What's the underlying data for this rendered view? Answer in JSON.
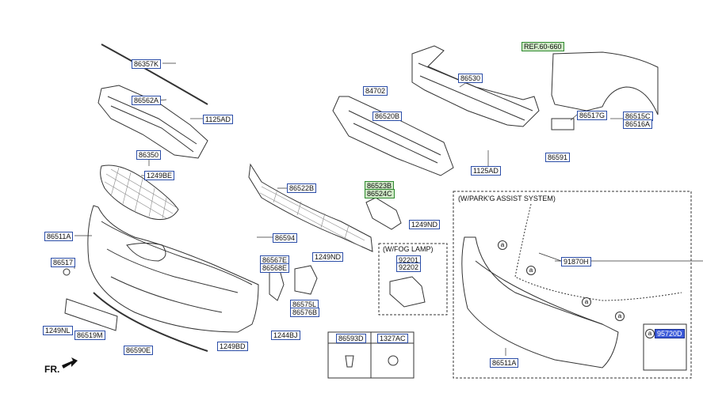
{
  "parts": {
    "p86357K": "86357K",
    "p86562A": "86562A",
    "p1125AD_a": "1125AD",
    "p86350": "86350",
    "p1249BE": "1249BE",
    "p86511A": "86511A",
    "p86517": "86517",
    "p1249NL": "1249NL",
    "p86519M": "86519M",
    "p86590E": "86590E",
    "p1249BD": "1249BD",
    "p86594": "86594",
    "p86522B": "86522B",
    "p86567E": "86567E",
    "p86568E": "86568E",
    "p1249ND_a": "1249ND",
    "p86575L": "86575L",
    "p86576B": "86576B",
    "p1244BJ": "1244BJ",
    "p84702": "84702",
    "p86520B": "86520B",
    "p86530": "86530",
    "p1125AD_b": "1125AD",
    "p86523B": "86523B",
    "p86524C": "86524C",
    "p1249ND_b": "1249ND",
    "pREF": "REF.60-660",
    "p86517G": "86517G",
    "p86515C": "86515C",
    "p86516A": "86516A",
    "p86591": "86591",
    "p92201": "92201",
    "p92202": "92202",
    "p91870H": "91870H",
    "p86511A_b": "86511A",
    "p95720D": "95720D",
    "p86593D": "86593D",
    "p1327AC": "1327AC"
  },
  "captions": {
    "fog_lamp": "(W/FOG LAMP)",
    "park_assist": "(W/PARK'G ASSIST SYSTEM)",
    "front": "FR."
  },
  "callout_letter": "a"
}
